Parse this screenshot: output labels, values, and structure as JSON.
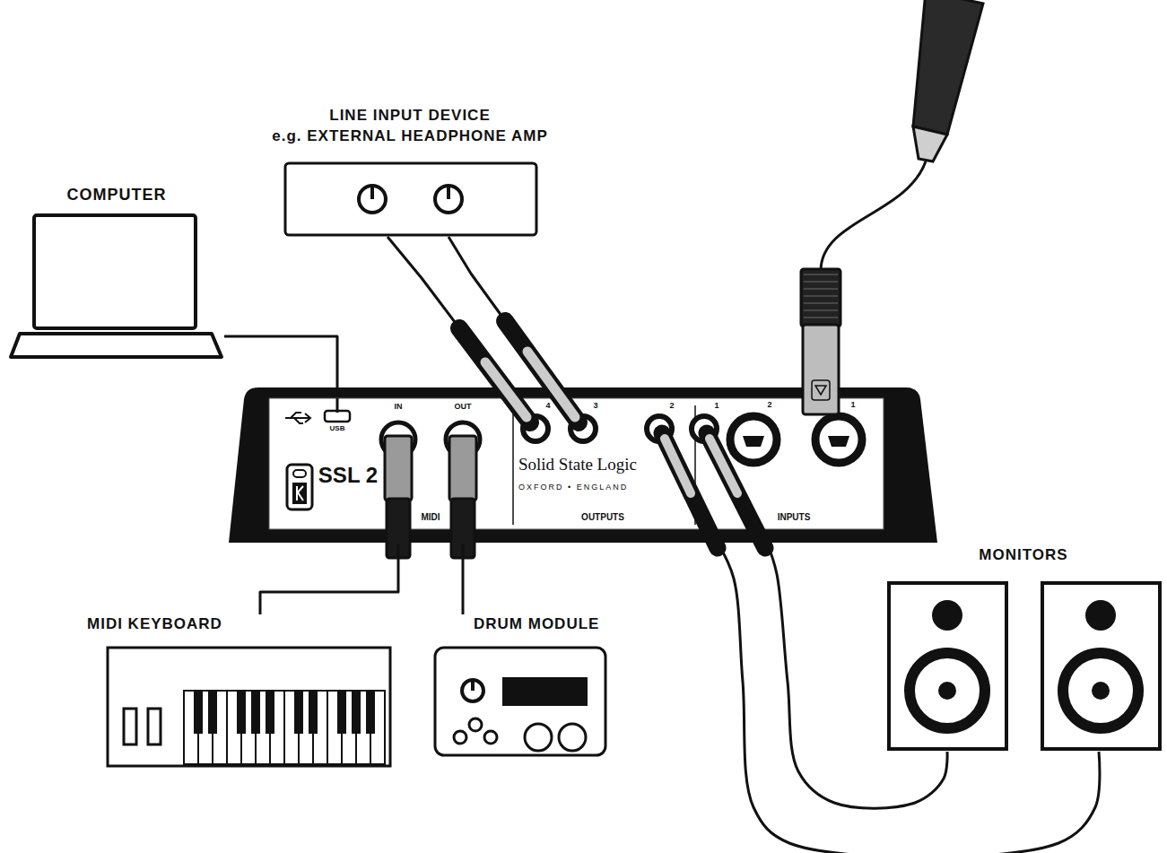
{
  "diagram": {
    "nodes": [
      {
        "text": [
          "COMPUTER"
        ]
      },
      {
        "text": [
          "LINE INPUT DEVICE",
          "e.g. EXTERNAL HEADPHONE AMP"
        ]
      },
      {
        "text": [
          "Solid State Logic",
          "OXFORD • ENGLAND"
        ]
      },
      {
        "text": [
          "MONITORS"
        ]
      },
      {
        "text": [
          "MIDI KEYBOARD"
        ]
      },
      {
        "text": [
          "DRUM MODULE"
        ]
      }
    ],
    "edges": [
      {
        "from": 0,
        "to": 2,
        "arrow": "none"
      },
      {
        "from": 1,
        "to": 2,
        "arrow": "none"
      },
      {
        "from": 1,
        "to": 2,
        "arrow": "none"
      },
      {
        "from": 4,
        "to": 2,
        "arrow": "none"
      },
      {
        "from": 2,
        "to": 5,
        "arrow": "none"
      },
      {
        "from": 2,
        "to": 3,
        "arrow": "none"
      },
      {
        "from": 2,
        "to": 3,
        "arrow": "none"
      }
    ],
    "labels": [
      "USB",
      "IN",
      "OUT",
      "SSL 2",
      "MIDI",
      "4",
      "3",
      "2",
      "1",
      "OUTPUTS",
      "2",
      "1",
      "INPUTS"
    ]
  }
}
